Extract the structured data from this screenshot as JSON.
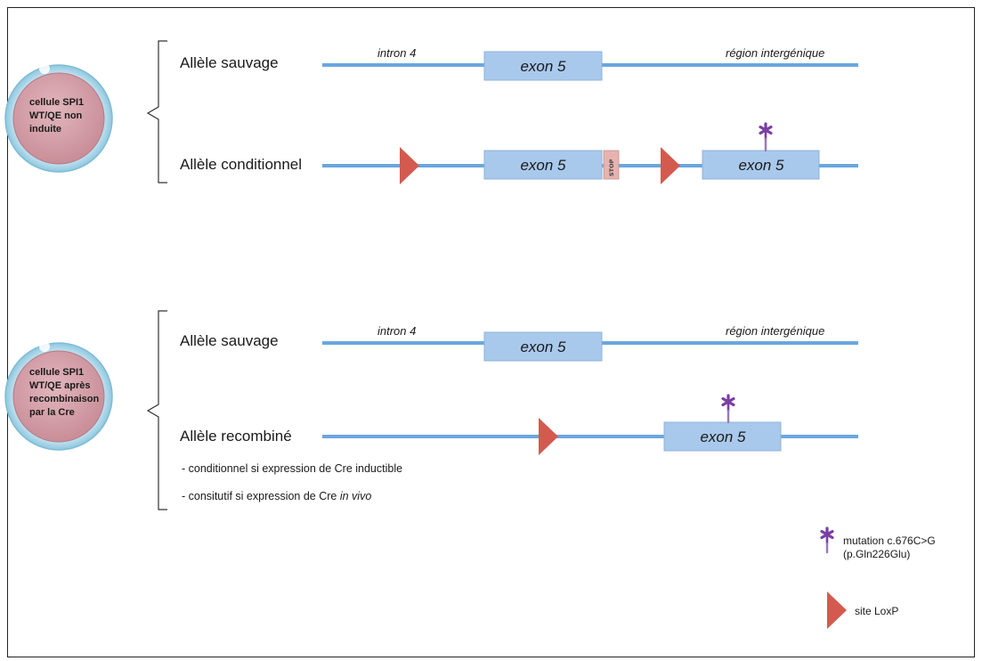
{
  "colors": {
    "line": "#6aa6de",
    "exon_fill": "#a9c9ec",
    "exon_stroke": "#8fb3da",
    "loxp": "#d45a4f",
    "mutation": "#7a3fa3",
    "stop_fill": "#e6b3b0",
    "cell_body": "#d6a2aa",
    "cell_ring": "#a9d6ea"
  },
  "panel_top": {
    "cell_lines": [
      "cellule SPI1",
      "WT/QE non",
      "induite"
    ],
    "wild_type": {
      "label": "Allèle sauvage",
      "intron_label": "intron 4",
      "intergenic_label": "région intergénique",
      "exon_label": "exon 5"
    },
    "conditional": {
      "label": "Allèle conditionnel",
      "exon_label": "exon 5",
      "stop_label": "STOP",
      "mutant_exon_label": "exon 5"
    }
  },
  "panel_bottom": {
    "cell_lines": [
      "cellule SPI1",
      "WT/QE après",
      "recombinaison",
      "par la Cre"
    ],
    "wild_type": {
      "label": "Allèle sauvage",
      "intron_label": "intron 4",
      "intergenic_label": "région intergénique",
      "exon_label": "exon 5"
    },
    "recombined": {
      "label": "Allèle recombiné",
      "exon_label": "exon 5"
    },
    "notes": {
      "line1": "- conditionnel si expression de Cre inductible",
      "line2_prefix": "- consitutif si expression de Cre ",
      "line2_italic": "in vivo"
    }
  },
  "legend": {
    "mutation_line1": "mutation c.676C>G",
    "mutation_line2": "(p.Gln226Glu)",
    "loxp_label": "site LoxP",
    "mutation_icon": "asterisk-pin-icon",
    "loxp_icon": "red-triangle-icon"
  }
}
